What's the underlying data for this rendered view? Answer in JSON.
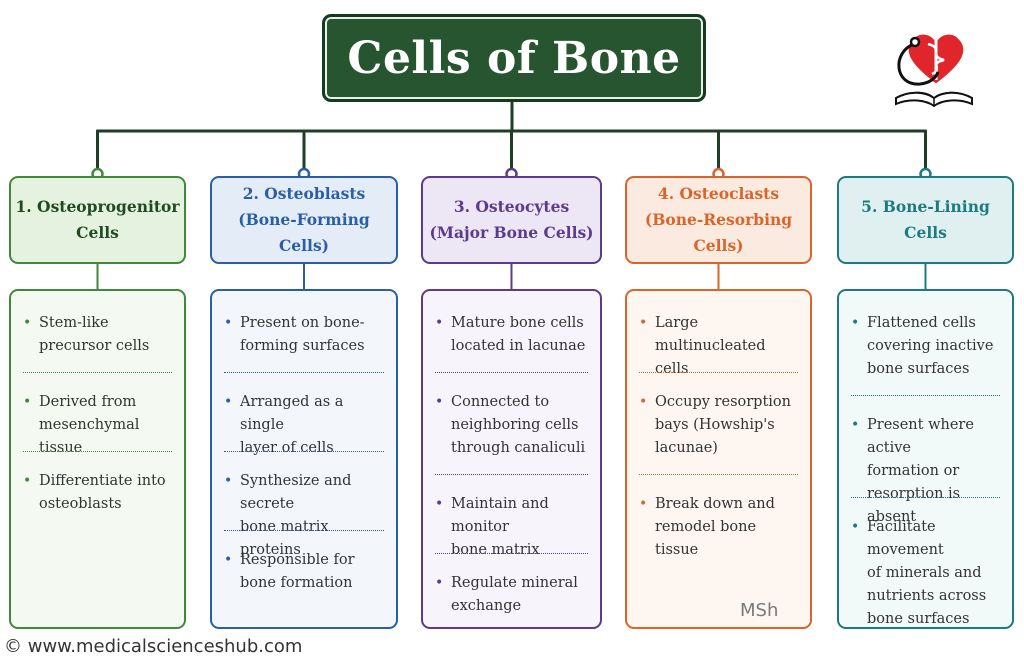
{
  "title": "Cells of Bone",
  "columns": [
    {
      "header_line1": "1. Osteoprogenitor",
      "header_line2": "Cells",
      "color": "#3f8a3a",
      "header_bg": "#e5f2df",
      "body_bg": "#f4faf1",
      "bullets": [
        [
          "Stem-like",
          "precursor cells"
        ],
        [
          "Derived from",
          "mesenchymal tissue"
        ],
        [
          "Differentiate into",
          "osteoblasts"
        ]
      ]
    },
    {
      "header_line1": "2. Osteoblasts",
      "header_line2": "(Bone-Forming Cells)",
      "color": "#2a5fa8",
      "header_bg": "#e3ecf7",
      "body_bg": "#f3f7fc",
      "bullets": [
        [
          "Present on bone-",
          "forming surfaces"
        ],
        [
          "Arranged as a single",
          "layer of cells"
        ],
        [
          "Synthesize and secrete",
          "bone matrix proteins"
        ],
        [
          "Responsible for",
          "bone formation"
        ]
      ]
    },
    {
      "header_line1": "3. Osteocytes",
      "header_line2": "(Major Bone Cells)",
      "color": "#5b3c8c",
      "header_bg": "#ece6f5",
      "body_bg": "#f7f4fb",
      "bullets": [
        [
          "Mature bone cells",
          "located in lacunae"
        ],
        [
          "Connected to",
          "neighboring cells",
          "through canaliculi"
        ],
        [
          "Maintain and monitor",
          "bone matrix"
        ],
        [
          "Regulate mineral",
          "exchange"
        ]
      ]
    },
    {
      "header_line1": "4. Osteoclasts",
      "header_line2": "(Bone-Resorbing Cells)",
      "color": "#d9652a",
      "header_bg": "#fbeadf",
      "body_bg": "#fdf6f1",
      "bullets": [
        [
          "Large",
          "multinucleated cells"
        ],
        [
          "Occupy resorption",
          "bays (Howship's",
          "lacunae)"
        ],
        [
          "Break down and",
          "remodel bone tissue"
        ]
      ]
    },
    {
      "header_line1": "5. Bone-Lining Cells",
      "header_line2": "",
      "color": "#1d7a7f",
      "header_bg": "#e0f0f0",
      "body_bg": "#f2f9f9",
      "bullets": [
        [
          "Flattened cells",
          "covering inactive",
          "bone surfaces"
        ],
        [
          "Present where active",
          "formation or",
          "resorption is absent"
        ],
        [
          "Facilitate movement",
          "of minerals and",
          "nutrients across",
          "bone surfaces"
        ]
      ]
    }
  ],
  "watermark": "MSh",
  "copyright": "© www.medicalscienceshub.com",
  "logo_icon": "heart-stethoscope-book-icon",
  "accent_title_bg": "#26552f"
}
